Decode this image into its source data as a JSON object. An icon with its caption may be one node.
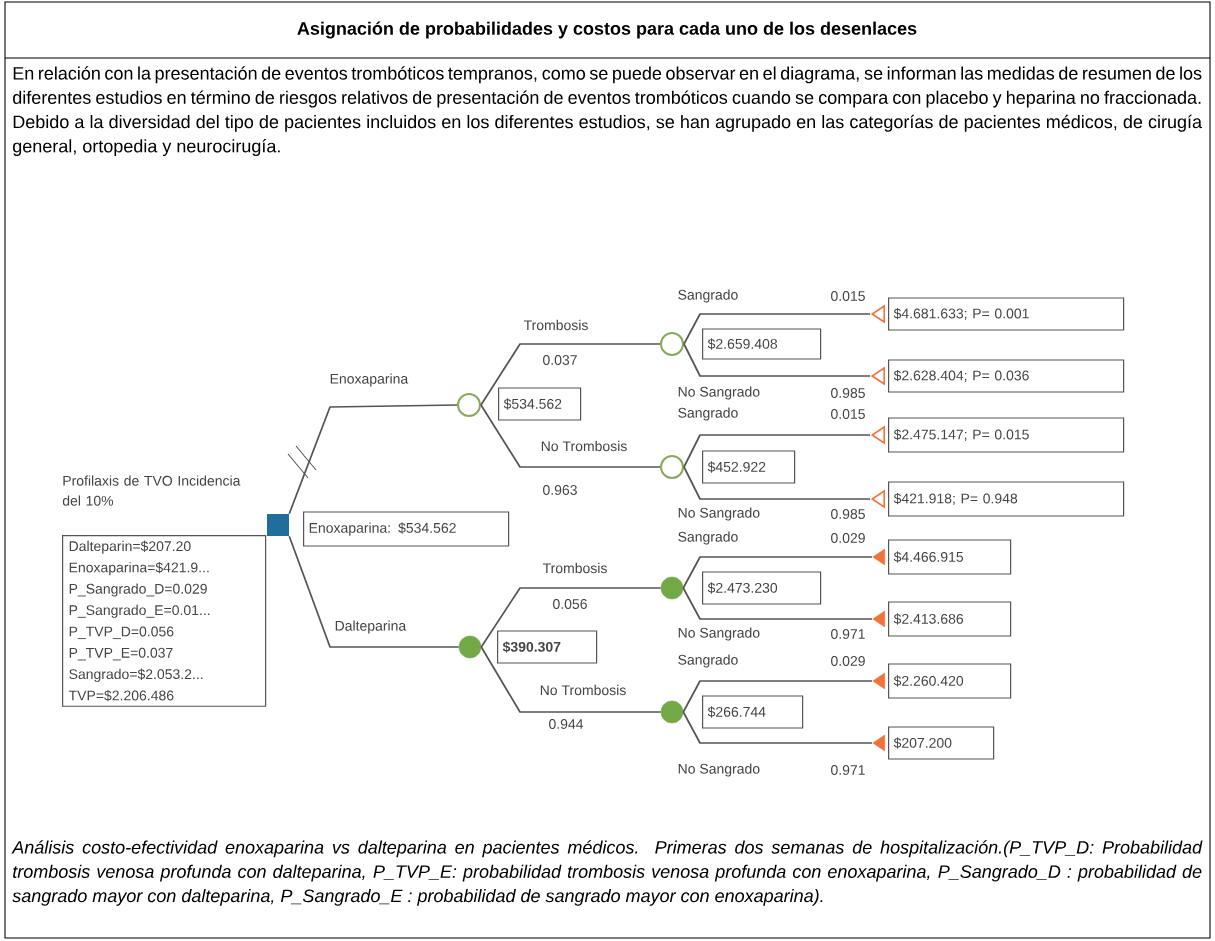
{
  "diagram": {
    "title": "Asignación de probabilidades y costos para cada uno de los desenlaces",
    "caption": "Análisis costo-efectividad enoxaparina vs dalteparina en pacientes médicos. Primeras dos semanas de hospitalización.(P_TVP_D: Probabilidad trombosis venosa profunda con dalteparina, P_TVP_E: probabilidad trombosis venosa profunda con enoxaparina, P_Sangrado_D : probabilidad de sangrado mayor con dalteparina, P_Sangrado_E : probabilidad de sangrado mayor con enoxaparina).",
    "nodes": [
      {
        "text": [],
        "shape": "box",
        "beside": [
          "Profilaxis de TVO Incidencia del 10%"
        ]
      },
      {
        "text": [
          "Dalteparin=$207.20",
          "Enoxaparina=$421.9...",
          "P_Sangrado_D=0.029",
          "P_Sangrado_E=0.01...",
          "P_TVP_D=0.056",
          "P_TVP_E=0.037",
          "Sangrado=$2.053.2...",
          "TVP=$2.206.486"
        ]
      },
      {
        "text": [
          "Enoxaparina: $534.562"
        ]
      },
      {
        "text": [],
        "shape": "circle"
      },
      {
        "text": [
          "$534.562"
        ]
      },
      {
        "text": [],
        "shape": "circle"
      },
      {
        "text": [
          "$2.659.408"
        ]
      },
      {
        "text": [],
        "shape": "circle"
      },
      {
        "text": [
          "$452.922"
        ]
      },
      {
        "text": [
          "$4.681.633; P= 0.001"
        ]
      },
      {
        "text": [
          "$2.628.404; P= 0.036"
        ]
      },
      {
        "text": [
          "$2.475.147; P= 0.015"
        ]
      },
      {
        "text": [
          "$421.918; P= 0.948"
        ]
      },
      {
        "text": [],
        "shape": "circle"
      },
      {
        "text": [
          "$390.307"
        ]
      },
      {
        "text": [],
        "shape": "circle"
      },
      {
        "text": [
          "$2.473.230"
        ]
      },
      {
        "text": [],
        "shape": "circle"
      },
      {
        "text": [
          "$266.744"
        ]
      },
      {
        "text": [
          "$4.466.915"
        ]
      },
      {
        "text": [
          "$2.413.686"
        ]
      },
      {
        "text": [
          "$2.260.420"
        ]
      },
      {
        "text": [
          "$207.200"
        ]
      },
      {
        "text": [],
        "shape": "triangle"
      },
      {
        "text": [],
        "shape": "triangle"
      },
      {
        "text": [],
        "shape": "triangle"
      },
      {
        "text": [],
        "shape": "triangle"
      },
      {
        "text": [],
        "shape": "triangle"
      },
      {
        "text": [],
        "shape": "triangle"
      },
      {
        "text": [],
        "shape": "triangle"
      },
      {
        "text": [],
        "shape": "triangle"
      }
    ],
    "edges": [
      {
        "from": 0,
        "to": 3,
        "arrow": "none",
        "label": "Enoxaparina"
      },
      {
        "from": 0,
        "to": 13,
        "arrow": "none",
        "label": "Dalteparina"
      },
      {
        "from": 3,
        "to": 5,
        "arrow": "none",
        "label": "Trombosis"
      },
      {
        "from": 3,
        "to": 7,
        "arrow": "none",
        "label": "No Trombosis"
      },
      {
        "from": 5,
        "to": 23,
        "arrow": "none",
        "label": "Sangrado"
      },
      {
        "from": 5,
        "to": 24,
        "arrow": "none",
        "label": "No Sangrado"
      },
      {
        "from": 7,
        "to": 25,
        "arrow": "none",
        "label": "Sangrado"
      },
      {
        "from": 7,
        "to": 26,
        "arrow": "none",
        "label": "No Sangrado"
      },
      {
        "from": 13,
        "to": 15,
        "arrow": "none",
        "label": "Trombosis"
      },
      {
        "from": 13,
        "to": 17,
        "arrow": "none",
        "label": "No Trombosis"
      },
      {
        "from": 15,
        "to": 27,
        "arrow": "none",
        "label": "Sangrado"
      },
      {
        "from": 15,
        "to": 28,
        "arrow": "none",
        "label": "No Sangrado"
      },
      {
        "from": 17,
        "to": 29,
        "arrow": "none",
        "label": "Sangrado"
      },
      {
        "from": 17,
        "to": 30,
        "arrow": "none",
        "label": "No Sangrado"
      }
    ],
    "labels": [
      "En relación con la presentación de eventos trombóticos tempranos, como se puede observar en el diagrama, se informan las medidas de resumen de los diferentes estudios en término de riesgos relativos de presentación de eventos trombóticos cuando se compara con placebo y heparina no fraccionada. Debido a la diversidad del tipo de pacientes incluidos en los diferentes estudios, se han agrupado en las categorías de pacientes médicos, de cirugía general, ortopedia y neurocirugía.",
      "0.037",
      "0.963",
      "0.015",
      "0.985",
      "0.015",
      "0.985",
      "0.056",
      "0.944",
      "0.029",
      "0.971",
      "0.029",
      "0.971"
    ]
  }
}
